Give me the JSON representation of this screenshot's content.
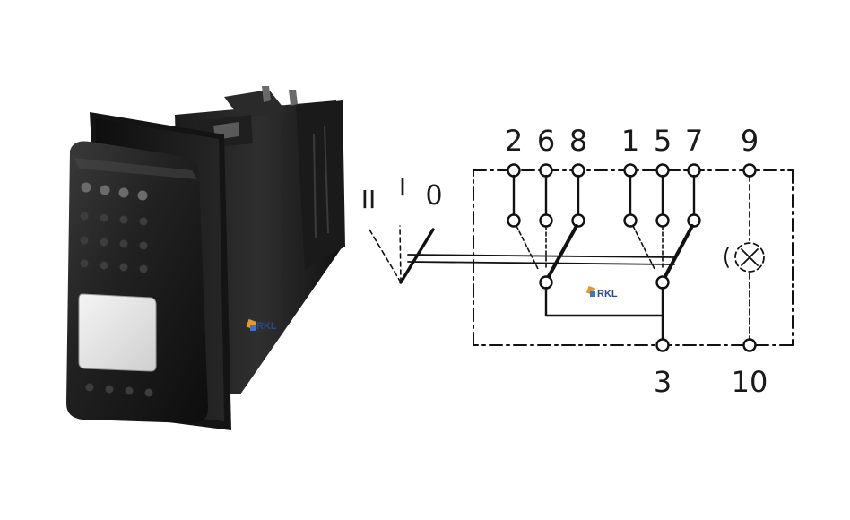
{
  "diagram": {
    "top_terminals": [
      "2",
      "6",
      "8",
      "1",
      "5",
      "7",
      "9"
    ],
    "bottom_terminals": [
      "3",
      "10"
    ],
    "positions": [
      "II",
      "I",
      "0"
    ]
  },
  "watermarks": {
    "photo": "RKL",
    "schematic": "RKL"
  }
}
